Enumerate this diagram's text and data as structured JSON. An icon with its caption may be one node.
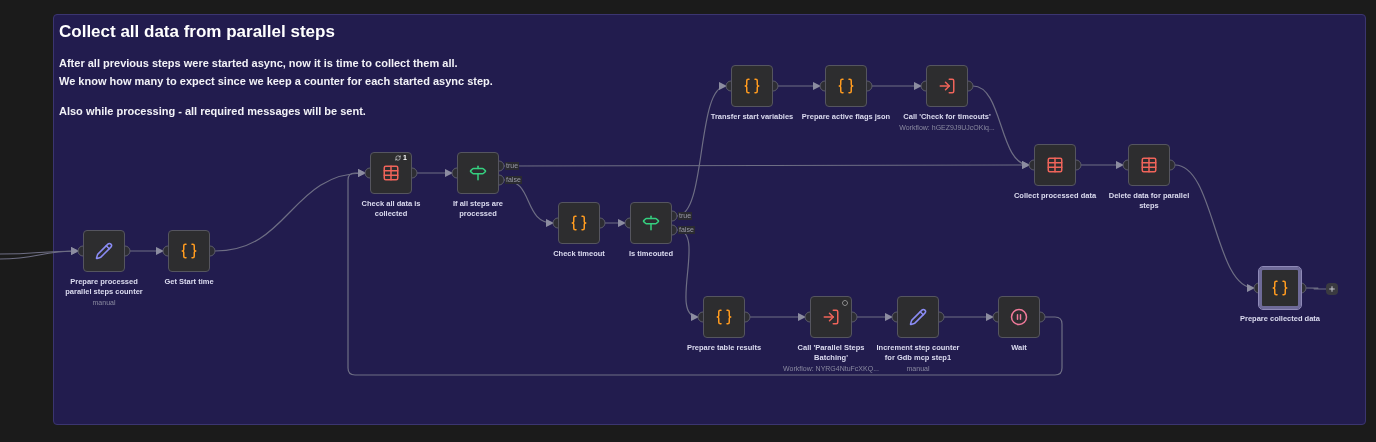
{
  "diagram": {
    "title": "Collect all data from parallel steps",
    "nodes": [
      {
        "text": [
          "Prepare processed parallel steps counter"
        ],
        "beside": [
          "manual"
        ]
      },
      {
        "text": [
          "Get Start time"
        ]
      },
      {
        "text": [
          "Check all data is collected"
        ]
      },
      {
        "text": [
          "If all steps are processed"
        ]
      },
      {
        "text": [
          "Check timeout"
        ]
      },
      {
        "text": [
          "Is timeouted"
        ]
      },
      {
        "text": [
          "Transfer start variables"
        ]
      },
      {
        "text": [
          "Prepare active flags json"
        ]
      },
      {
        "text": [
          "Call 'Check for timeouts'"
        ],
        "beside": [
          "Workflow: hGEZ9J9UJcOKiq..."
        ]
      },
      {
        "text": [
          "Collect processed data"
        ]
      },
      {
        "text": [
          "Delete data for parallel steps"
        ]
      },
      {
        "text": [
          "Prepare collected data"
        ]
      },
      {
        "text": [
          "Prepare table results"
        ]
      },
      {
        "text": [
          "Call 'Parallel Steps Batching'"
        ],
        "beside": [
          "Workflow: NYRG4NtuFcXKQ..."
        ]
      },
      {
        "text": [
          "Increment step counter for Gdb mcp step1"
        ],
        "beside": [
          "manual"
        ]
      },
      {
        "text": [
          "Wait"
        ]
      },
      {
        "text": [],
        "shape": "box"
      }
    ],
    "edges": [
      {
        "from": null,
        "to": 0,
        "arrow": "to"
      },
      {
        "from": null,
        "to": 0,
        "arrow": "to"
      },
      {
        "from": 0,
        "to": 1,
        "arrow": "to"
      },
      {
        "from": 1,
        "to": 2,
        "arrow": "to"
      },
      {
        "from": 2,
        "to": 3,
        "arrow": "to"
      },
      {
        "from": 3,
        "to": 9,
        "arrow": "to",
        "label": "true"
      },
      {
        "from": 3,
        "to": 4,
        "arrow": "to",
        "label": "false"
      },
      {
        "from": 4,
        "to": 5,
        "arrow": "to"
      },
      {
        "from": 5,
        "to": 6,
        "arrow": "to",
        "label": "true"
      },
      {
        "from": 5,
        "to": 12,
        "arrow": "to",
        "label": "false"
      },
      {
        "from": 6,
        "to": 7,
        "arrow": "to"
      },
      {
        "from": 7,
        "to": 8,
        "arrow": "to"
      },
      {
        "from": 8,
        "to": 9,
        "arrow": "to"
      },
      {
        "from": 9,
        "to": 10,
        "arrow": "to"
      },
      {
        "from": 10,
        "to": 11,
        "arrow": "to"
      },
      {
        "from": 11,
        "to": 16,
        "arrow": "none"
      },
      {
        "from": 12,
        "to": 13,
        "arrow": "to"
      },
      {
        "from": 13,
        "to": 14,
        "arrow": "to"
      },
      {
        "from": 14,
        "to": 15,
        "arrow": "to"
      },
      {
        "from": 15,
        "to": 2,
        "arrow": "to"
      }
    ],
    "labels": [
      "After all previous steps were started async, now it is time to collect them all.",
      "We know how many to expect since we keep a counter for each started async step.",
      "Also while processing - all required messages will be sent.",
      "1"
    ]
  }
}
